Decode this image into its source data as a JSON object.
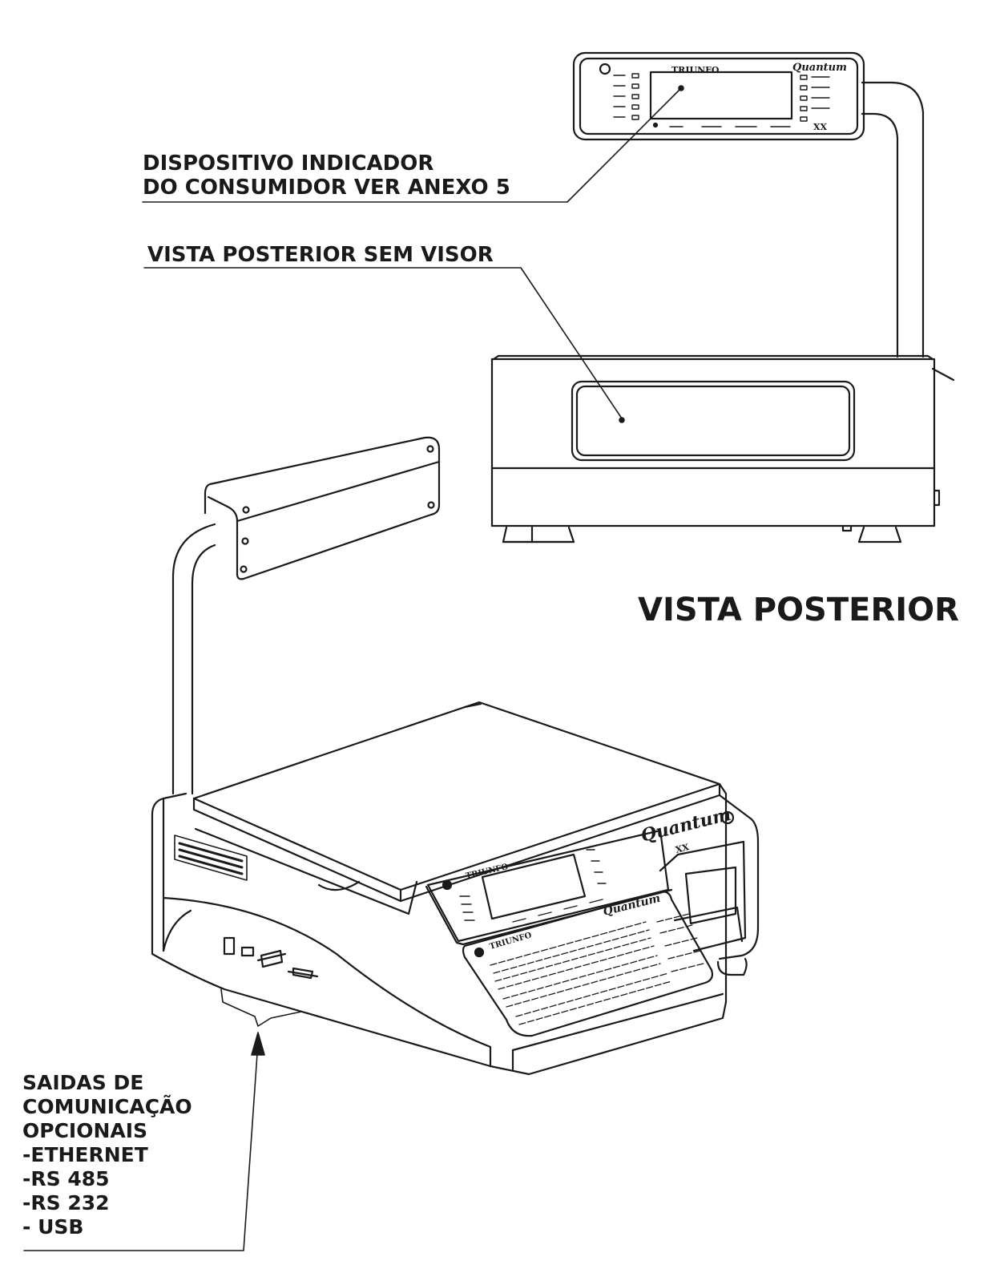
{
  "labels": {
    "consumer_indicator_line1": "DISPOSITIVO INDICADOR",
    "consumer_indicator_line2": "DO CONSUMIDOR VER ANEXO 5",
    "rear_view_no_visor": "VISTA POSTERIOR SEM VISOR",
    "rear_view": "VISTA POSTERIOR",
    "outputs": {
      "lines": [
        "SAIDAS DE",
        "COMUNICAÇÃO",
        "OPCIONAIS",
        "-ETHERNET",
        "-RS 485",
        "-RS 232",
        "- USB"
      ]
    }
  },
  "device": {
    "brand": "TRIUNFO",
    "model": "Quantum",
    "model_suffix": "XX"
  },
  "colors": {
    "line": "#1a1a1a",
    "background": "#ffffff"
  }
}
